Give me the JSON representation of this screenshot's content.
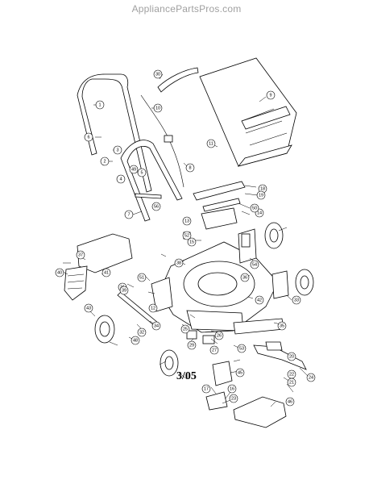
{
  "header": {
    "watermark": "AppliancePartsPros.com"
  },
  "footer": {
    "date_code": "3/05"
  },
  "callouts": [
    "1",
    "2",
    "3",
    "4",
    "5",
    "6",
    "7",
    "8",
    "9",
    "10",
    "11",
    "12",
    "13",
    "14",
    "15",
    "16",
    "17",
    "18",
    "19",
    "20",
    "21",
    "22",
    "23",
    "24",
    "25",
    "26",
    "27",
    "29",
    "30",
    "31",
    "32",
    "33",
    "34",
    "35",
    "36",
    "37",
    "38",
    "39",
    "40",
    "41",
    "42",
    "43",
    "45",
    "46",
    "48",
    "49",
    "50",
    "51",
    "52",
    "53",
    "54",
    "56"
  ]
}
